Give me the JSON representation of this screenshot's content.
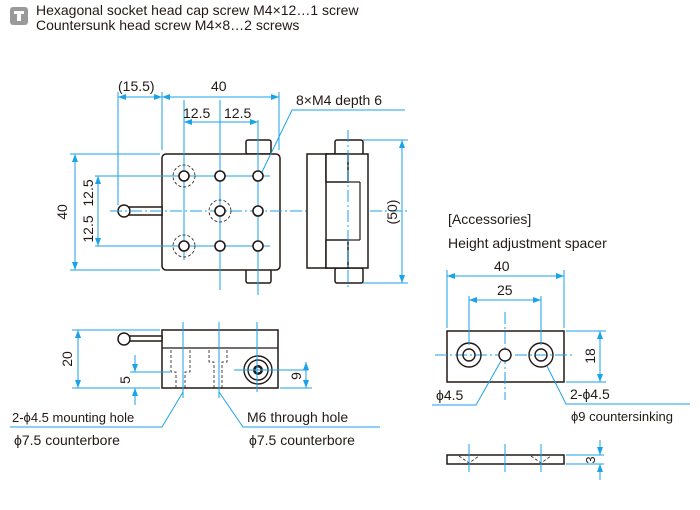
{
  "header": {
    "icon": "screw-icon",
    "lines": [
      "Hexagonal socket head cap screw M4×12…1 screw",
      "Countersunk head screw M4×8…2 screws"
    ]
  },
  "colors": {
    "dimension": "#1aa3e8",
    "outline": "#231815",
    "icon": "#9a9a9a"
  },
  "top_view": {
    "dims": {
      "overhang": "(15.5)",
      "width": "40",
      "pitch_a": "12.5",
      "pitch_b": "12.5",
      "height": "40",
      "vpitch_a": "12.5",
      "vpitch_b": "12.5"
    },
    "callout": "8×M4 depth 6"
  },
  "side_view": {
    "dims": {
      "overall": "(50)"
    }
  },
  "front_view": {
    "dims": {
      "height": "20",
      "step": "5",
      "hole_height": "9"
    },
    "callout_left": [
      "2-ϕ4.5 mounting hole",
      "ϕ7.5 counterbore"
    ],
    "callout_right": [
      "M6 through hole",
      "ϕ7.5 counterbore"
    ]
  },
  "accessories": {
    "title": "[Accessories]",
    "subtitle": "Height adjustment spacer",
    "dims": {
      "width": "40",
      "pitch": "25",
      "height": "18",
      "thickness": "3"
    },
    "callout_left": "ϕ4.5",
    "callout_right": [
      "2-ϕ4.5",
      "ϕ9 countersinking"
    ]
  }
}
